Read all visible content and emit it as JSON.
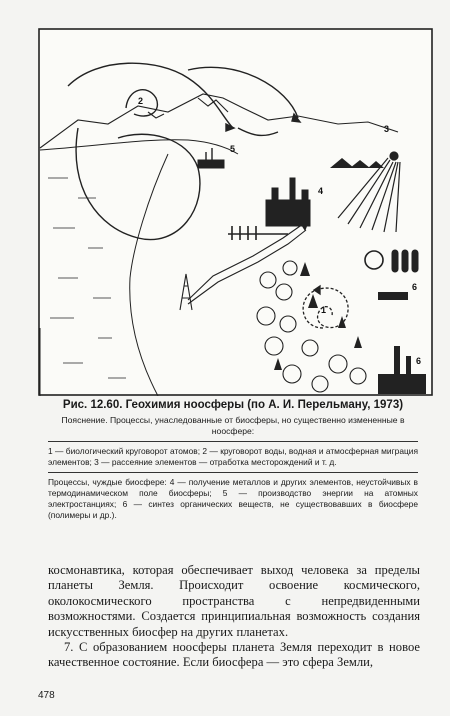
{
  "figure": {
    "labels": [
      "1",
      "2",
      "3",
      "4",
      "5",
      "6",
      "6"
    ]
  },
  "caption": {
    "title": "Рис. 12.60. Геохимия ноосферы (по А. И. Перельману, 1973)",
    "note": "Пояснение. Процессы, унаследованные от биосферы, но существенно измененные в ноосфере:",
    "legend1": "1 — биологический круговорот атомов; 2 — круговорот воды, водная и атмосферная миграция элементов; 3 — рассеяние элементов — отработка месторождений и т. д.",
    "legend2": "Процессы, чуждые биосфере: 4 — получение металлов и других элементов, неустойчивых в термодинамическом поле биосферы; 5 — производство энергии на атомных электростанциях; 6 — синтез органических веществ, не существовавших в биосфере (полимеры и др.)."
  },
  "body": {
    "paragraph1": "космонавтика, которая обеспечивает выход человека за пределы планеты Земля. Происходит освоение космического, околокосмического пространства с непредвиденными возможностями. Создается принципиальная возможность создания искусственных биосфер на других планетах.",
    "paragraph2": "7. С образованием ноосферы планета Земля переходит в новое качественное состояние. Если биосфера — это сфера Земли,"
  },
  "page_number": "478"
}
